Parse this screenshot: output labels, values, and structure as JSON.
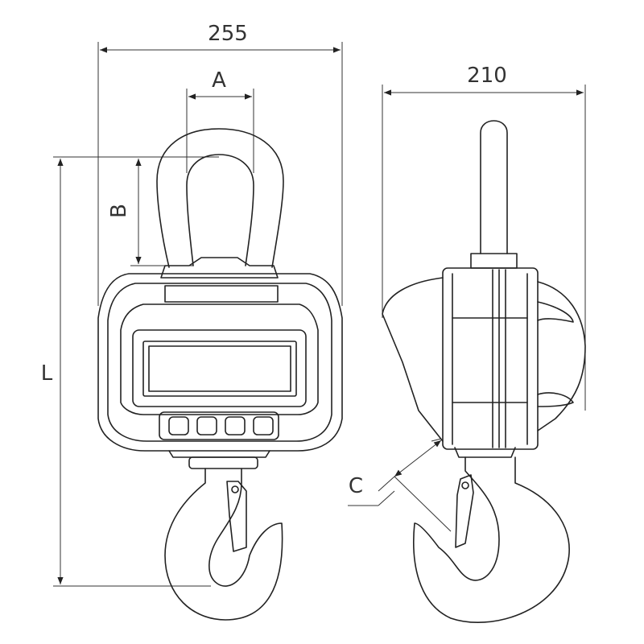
{
  "dimensions": {
    "front_width": "255",
    "shackle_opening": "A",
    "shackle_height": "B",
    "overall_length": "L",
    "side_width": "210",
    "hook_throat": "C"
  }
}
